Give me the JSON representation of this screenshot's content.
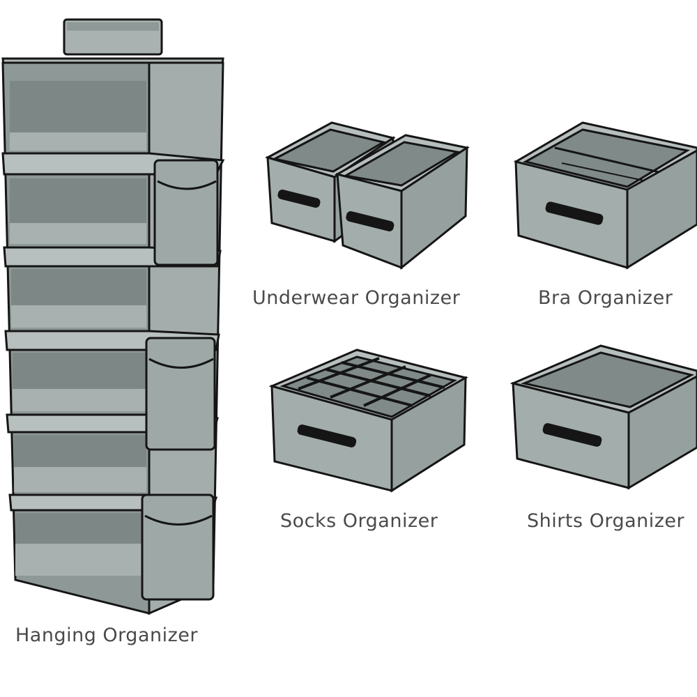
{
  "products": [
    {
      "id": "hanging",
      "label": "Hanging Organizer"
    },
    {
      "id": "underwear",
      "label": "Underwear Organizer"
    },
    {
      "id": "bra",
      "label": "Bra Organizer"
    },
    {
      "id": "socks",
      "label": "Socks Organizer"
    },
    {
      "id": "shirts",
      "label": "Shirts Organizer"
    }
  ],
  "colors": {
    "fabric": "#9aa5a4",
    "fabric_dark": "#7f8a89",
    "fabric_light": "#b3bcbb",
    "trim": "#151515",
    "label_text": "#4a4a4a"
  }
}
